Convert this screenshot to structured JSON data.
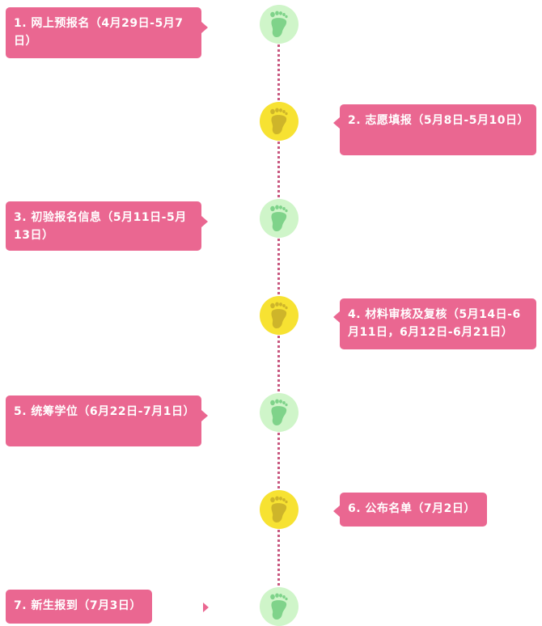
{
  "steps": [
    {
      "text": "1. 网上预报名（4月29日-5月7日）",
      "node": "green"
    },
    {
      "text": "2. 志愿填报（5月8日-5月10日）",
      "node": "yellow"
    },
    {
      "text": "3. 初验报名信息（5月11日-5月13日）",
      "node": "green"
    },
    {
      "text": "4. 材料审核及复核（5月14日-6月11日，6月12日-6月21日）",
      "node": "yellow"
    },
    {
      "text": "5. 统筹学位（6月22日-7月1日）",
      "node": "green"
    },
    {
      "text": "6. 公布名单（7月2日）",
      "node": "yellow"
    },
    {
      "text": "7. 新生报到（7月3日）",
      "node": "green"
    }
  ],
  "colors": {
    "box": "#ea6791",
    "line": "#c8577f",
    "node_green": "#cff5c9",
    "node_yellow": "#f7e232"
  },
  "icon": "footprint-icon"
}
